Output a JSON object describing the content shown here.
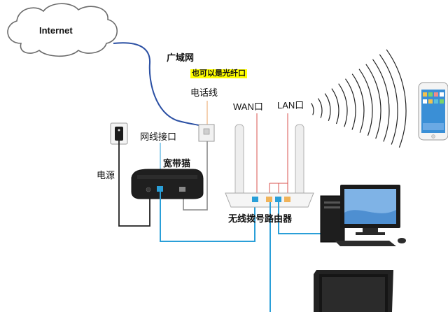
{
  "diagram": {
    "internet_label": "Internet",
    "wan_area_label": "广域网",
    "fiber_note": "也可以是光纤口",
    "phone_line_label": "电话线",
    "wan_port_label": "WAN口",
    "lan_port_label": "LAN口",
    "cable_port_label": "网线接口",
    "modem_label": "宽带猫",
    "power_label": "电源",
    "router_label": "无线拨号路由器"
  },
  "colors": {
    "phone_cable": "#2a4fa3",
    "network_cable": "#2a9fd8",
    "power_cable": "#222222",
    "fiber_note_bg": "#ffff00",
    "wan_tick": "#d9534f",
    "phone_tick": "#e8a060",
    "gray_cable": "#888888"
  },
  "icons": [
    "cloud-icon",
    "power-adapter-icon",
    "phone-wall-socket-icon",
    "modem-icon",
    "router-icon",
    "wifi-signal-icon",
    "smartphone-icon",
    "desktop-computer-icon",
    "laptop-icon"
  ]
}
